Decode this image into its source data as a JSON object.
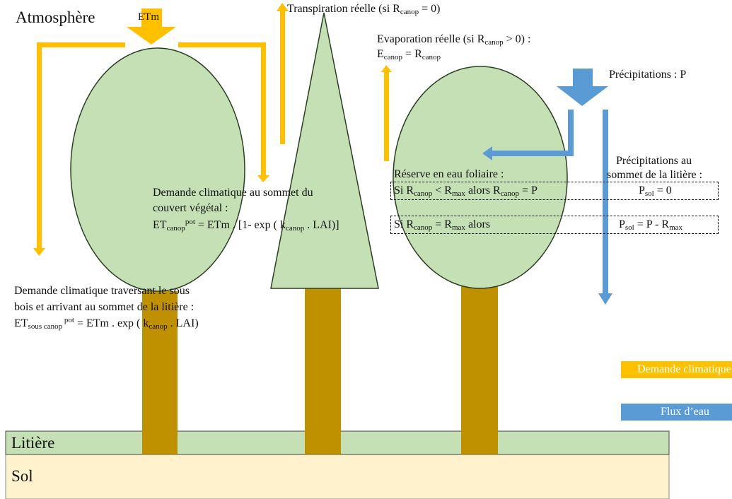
{
  "colors": {
    "foliage": "#c5e0b4",
    "foliage_stroke": "#2b3f24",
    "trunk": "#bf9000",
    "demand_arrow": "#ffc000",
    "water_arrow": "#5b9bd5",
    "litter": "#c5e0b4",
    "soil": "#fff2cc"
  },
  "icons": {
    "demand_arrow": "thick-down-arrow-yellow",
    "precipitation_arrow": "thick-down-arrow-blue"
  },
  "labels": {
    "atmosphere": "Atmosphère",
    "etm": "ETm",
    "transpiration": {
      "pre": "Transpiration réelle (si R",
      "sub": "canop",
      "post": " = 0)"
    },
    "evaporation_line1": {
      "pre": "Evaporation réelle (si R",
      "sub": "canop",
      "post": " > 0) :"
    },
    "evaporation_line2": {
      "a": "E",
      "a_sub": "canop",
      "mid": " = R",
      "b_sub": "canop"
    },
    "precipitations": "Précipitations : P",
    "litter_precip_line1": "Précipitations au",
    "litter_precip_line2": "sommet de la litière :",
    "reserve_title": "Réserve en eau foliaire :",
    "cond1": {
      "p1": "Si R",
      "s1": "canop",
      "p2": " < R",
      "s2": "max",
      "p3": " alors R",
      "s3": "canop",
      "p4": " =  P"
    },
    "cond1_result": {
      "p1": "P",
      "s1": "sol",
      "p2": " = 0"
    },
    "cond2": {
      "p1": "Si R",
      "s1": "canop",
      "p2": " = R",
      "s2": "max",
      "p3": " alors"
    },
    "cond2_result": {
      "p1": "P",
      "s1": "sol",
      "p2": " = P - R",
      "s2": "max"
    },
    "canopy_demand_line1": "Demande climatique au sommet du",
    "canopy_demand_line2": "couvert végétal :",
    "canopy_demand_formula": {
      "p1": "ET",
      "sub": "canop",
      "sup": "pot",
      "p2": " = ETm . [1- exp ( k",
      "sub2": "canop",
      "p3": " . LAI)]"
    },
    "understory_line1": "Demande climatique traversant le sous",
    "understory_line2": "bois et arrivant au sommet de la litière :",
    "understory_formula": {
      "p1": "ET",
      "sub": "sous canop",
      "sup": " pot",
      "p2": " = ETm . exp ( k",
      "sub2": "canop",
      "p3": " . LAI)"
    },
    "litter": "Litière",
    "soil": "Sol"
  },
  "legend": {
    "demand": "Demande climatique",
    "water_flux": "Flux d’eau"
  }
}
